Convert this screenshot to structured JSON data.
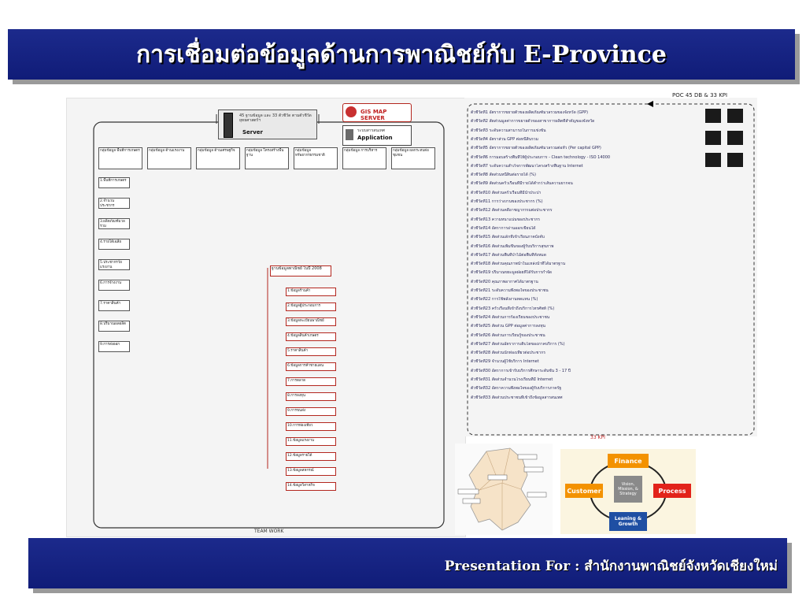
{
  "slide": {
    "title": "การเชื่อมต่อข้อมูลด้านการพาณิชย์กับ E-Province",
    "footer": "Presentation For : สำนักงานพาณิชย์จังหวัดเชียงใหม่"
  },
  "diagram": {
    "server_label": "Server",
    "server_caption": "45 ฐานข้อมูล และ 33 ตัวชี้วัด ตามตัวชี้วัดยุทธศาสตร์ฯ",
    "gis_label": "GIS MAP SERVER",
    "app_label": "Application",
    "app_caption": "ระบบสารสนเทศ",
    "team_work": "TEAM WORK",
    "db_center": "ฐานข้อมูลพาณิชย์ ในปี 2008",
    "groups": [
      "กลุ่มข้อมูล พื้นที่การเกษตร",
      "กลุ่มข้อมูล ด้านแรงงาน",
      "กลุ่มข้อมูล ด้านเศรษฐกิจ",
      "กลุ่มข้อมูล โครงสร้างพื้นฐาน",
      "กลุ่มข้อมูล ทรัพยากรธรรมชาติ",
      "กลุ่มข้อมูล การบริหาร",
      "กลุ่มข้อมูล ผลกระทบต่อชุมชน"
    ],
    "boxes_col1": [
      "1.พื้นที่การเกษตร",
      "2.จำนวนประชากร",
      "3.ผลิตภัณฑ์มวลรวม",
      "4.รายได้เฉลี่ย",
      "5.ประชากรวัยแรงงาน",
      "6.การจ้างงาน",
      "7.ราคาสินค้า",
      "8.ปริมาณผลผลิต",
      "9.การส่งออก"
    ],
    "boxes_red": [
      "1.ข้อมูลร้านค้า",
      "2.ข้อมูลผู้ประกอบการ",
      "3.ข้อมูลทะเบียนพาณิชย์",
      "4.ข้อมูลสินค้าเกษตร",
      "5.ราคาสินค้า",
      "6.ข้อมูลการค้าชายแดน",
      "7.การตลาด",
      "8.การลงทุน",
      "9.การขนส่ง",
      "10.การท่องเที่ยว",
      "11.ข้อมูลแรงงาน",
      "12.ข้อมูลรายได้",
      "13.ข้อมูลสหกรณ์",
      "14.ข้อมูลวิสาหกิจ"
    ]
  },
  "kpi": {
    "header": "POC 45 DB & 33 KPI",
    "count_label": "33 KPI",
    "items": [
      "ตัวชี้วัดที่1 อัตราการขยายตัวของผลิตภัณฑ์มวลรวมของจังหวัด (GPP)",
      "ตัวชี้วัดที่2 สัดส่วนมูลค่าการขยายตัวของสาขาการผลิตที่สำคัญของจังหวัด",
      "ตัวชี้วัดที่3 ระดับความสามารถในการแข่งขัน",
      "ตัวชี้วัดที่4 อัตราส่วน GPP ต่อหนี้สินรวม",
      "ตัวชี้วัดที่5 อัตราการขยายตัวของผลิตภัณฑ์มวลรวมต่อหัว (Per capital GPP)",
      "ตัวชี้วัดที่6 การมอบสร้างพื้นที่ให้ผู้ประกอบการ - Clean technology - ISO 14000",
      "ตัวชี้วัดที่7 ระดับความสำเร็จการพัฒนาโครงสร้างพื้นฐาน Internet",
      "ตัวชี้วัดที่8 สัดส่วนหนี้สินต่อรายได้ (%)",
      "ตัวชี้วัดที่9 สัดส่วนครัวเรือนที่มีรายได้ต่ำกว่าเส้นความยากจน",
      "ตัวชี้วัดที่10 สัดส่วนครัวเรือนที่มีน้ำประปา",
      "ตัวชี้วัดที่11 การว่างงานของประชากร (%)",
      "ตัวชี้วัดที่12 สัดส่วนคดีอาชญากรรมต่อประชากร",
      "ตัวชี้วัดที่13 ความหนาแน่นของประชากร",
      "ตัวชี้วัดที่14 อัตราการอ่านออกเขียนได้",
      "ตัวชี้วัดที่15 สัดส่วนเด็กที่เข้าเรียนภาคบังคับ",
      "ตัวชี้วัดที่16 สัดส่วนเพิ่มขึ้นของผู้รับบริการสุขภาพ",
      "ตัวชี้วัดที่17 สัดส่วนพื้นที่ป่าไม้ต่อพื้นที่ทั้งหมด",
      "ตัวชี้วัดที่18 สัดส่วนคุณภาพน้ำในแหล่งน้ำที่ได้มาตรฐาน",
      "ตัวชี้วัดที่19 ปริมาณขยะมูลฝอยที่ได้รับการกำจัด",
      "ตัวชี้วัดที่20 คุณภาพอากาศได้มาตรฐาน",
      "ตัวชี้วัดที่21 ระดับความพึงพอใจของประชาชน",
      "ตัวชี้วัดที่22 การใช้พลังงานทดแทน (%)",
      "ตัวชี้วัดที่23 ครัวเรือนที่เข้าถึงบริการโทรศัพท์ (%)",
      "ตัวชี้วัดที่24 สัดส่วนการร้องเรียนของประชาชน",
      "ตัวชี้วัดที่25 สัดส่วน GPP ต่อมูลค่าการลงทุน",
      "ตัวชี้วัดที่26 สัดส่วนการเรียนรู้ของประชาชน",
      "ตัวชี้วัดที่27 สัดส่วนอัตราการเติบโตของภาคบริการ (%)",
      "ตัวชี้วัดที่28 สัดส่วนนักท่องเที่ยวต่อประชากร",
      "ตัวชี้วัดที่29 จำนวนผู้ใช้บริการ Internet",
      "ตัวชี้วัดที่30 อัตราการเข้ารับบริการศึกษาระดับชั้น 3 - 17 ปี",
      "ตัวชี้วัดที่31 สัดส่วนจำนวนโรงเรียนที่มี Internet",
      "ตัวชี้วัดที่32 อัตราความพึงพอใจของผู้รับบริการภาครัฐ",
      "ตัวชี้วัดที่33 สัดส่วนประชาชนที่เข้าถึงข้อมูลสารสนเทศ"
    ]
  },
  "bsc": {
    "finance": "Finance",
    "customer": "Customer",
    "process": "Process",
    "learning": "Leaning & Growth",
    "center": "Vision, Mission, & Strategy"
  },
  "colors": {
    "title_bg": "#1c2a8c",
    "finance_orange": "#f39200",
    "process_red": "#e2231a",
    "learning_blue": "#1f4fa3",
    "red_outline": "#b3261e"
  }
}
